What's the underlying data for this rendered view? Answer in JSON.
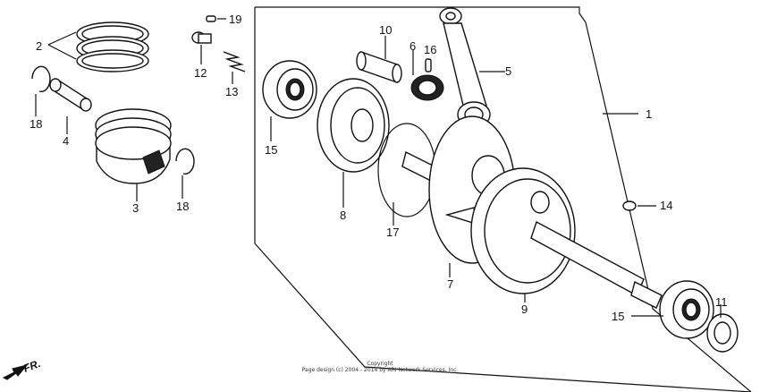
{
  "labels": {
    "p1": "1",
    "p2": "2",
    "p3": "3",
    "p4": "4",
    "p5": "5",
    "p6": "6",
    "p7": "7",
    "p8": "8",
    "p9": "9",
    "p10": "10",
    "p11": "11",
    "p12": "12",
    "p13": "13",
    "p14": "14",
    "p15a": "15",
    "p15b": "15",
    "p16": "16",
    "p17": "17",
    "p18a": "18",
    "p18b": "18",
    "p19": "19"
  },
  "direction": {
    "text": "FR."
  },
  "copyright": {
    "line1": "Copyright",
    "line2": "Page design (c) 2004 - 2014 by ARI Network Services, Inc."
  }
}
